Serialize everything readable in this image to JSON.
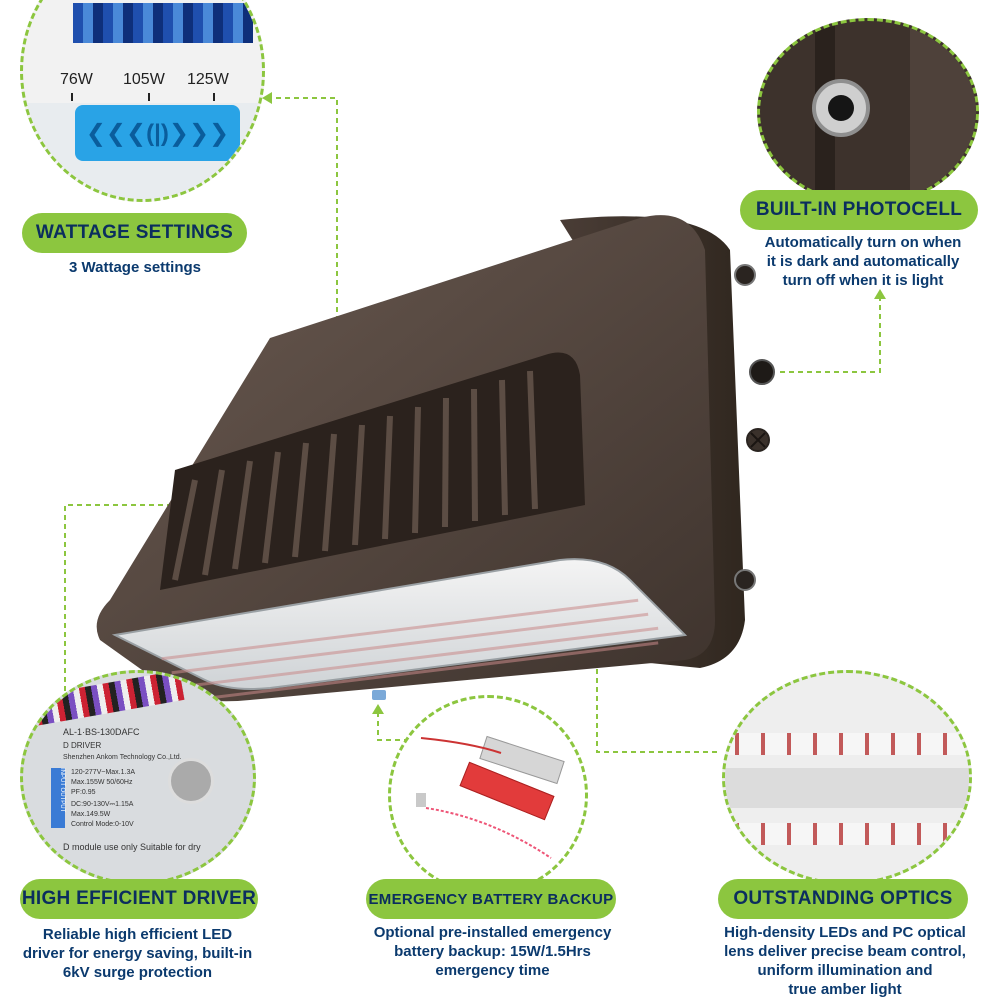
{
  "colors": {
    "accent_green": "#8cc63f",
    "text_navy": "#0b3a6e",
    "fixture_bronze": "#4a3d36",
    "switch_blue": "#29a3e6"
  },
  "wattage": {
    "pill": "WATTAGE SETTINGS",
    "desc": "3 Wattage settings",
    "levels": [
      "76W",
      "105W",
      "125W"
    ],
    "switch_glyph": "❮❮❮(|)❯❯❯"
  },
  "photocell": {
    "pill": "BUILT-IN PHOTOCELL",
    "desc_lines": [
      "Automatically turn on when",
      "it is dark and automatically",
      "turn off when it is light"
    ]
  },
  "driver": {
    "pill": "HIGH EFFICIENT DRIVER",
    "desc_lines": [
      "Reliable high efficient LED",
      "driver for energy saving, built-in",
      "6kV surge protection"
    ],
    "label": {
      "model": "AL-1·BS-130DAFC",
      "type": "D DRIVER",
      "maker": "Shenzhen Ankom Technology Co.,Ltd.",
      "specs": [
        "120-277V~Max.1.3A",
        "Max.155W 50/60Hz",
        "PF:0.95",
        "DC:90-130V⎓1.15A",
        "Max.149.5W",
        "Control Mode:0-10V"
      ],
      "io": "INPUT OUTPUT",
      "footer": "D module use only  Suitable for dry"
    }
  },
  "battery": {
    "pill": "EMERGENCY BATTERY BACKUP",
    "desc_lines": [
      "Optional pre-installed emergency",
      "battery backup: 15W/1.5Hrs",
      "emergency time"
    ]
  },
  "optics": {
    "pill": "OUTSTANDING OPTICS",
    "desc_lines": [
      "High-density LEDs and PC optical",
      "lens deliver precise beam control,",
      "uniform illumination and",
      "true amber light"
    ]
  }
}
